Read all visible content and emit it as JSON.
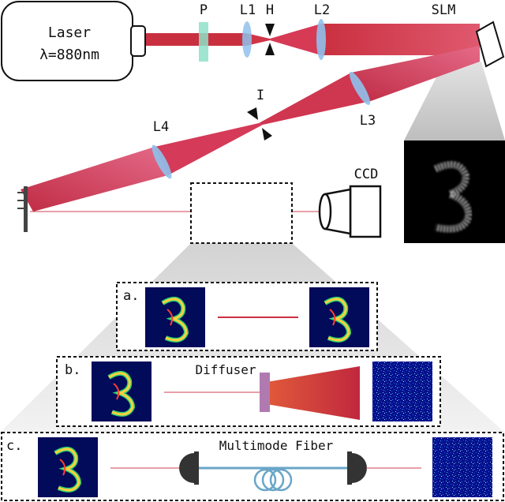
{
  "laser": {
    "line1": "Laser",
    "line2": "λ=880nm"
  },
  "components": {
    "polarizer": "P",
    "lens1": "L1",
    "half_wave": "H",
    "lens2": "L2",
    "slm": "SLM",
    "iris": "I",
    "lens3": "L3",
    "lens4": "L4",
    "camera": "CCD"
  },
  "panels": {
    "a": {
      "label": "a."
    },
    "b": {
      "label": "b.",
      "element": "Diffuser"
    },
    "c": {
      "label": "c.",
      "element": "Multimode Fiber"
    }
  },
  "colors": {
    "beam": "#d83a55",
    "beam_dark": "#c52f3c",
    "beam_light": "#e06a85",
    "lens": "#8fc1ec",
    "polarizer": "#8ee0c8",
    "diffuser": "#b07ab0",
    "fiber": "#6aa6c8",
    "speckle_bg": "#05107a",
    "digit_bg": "#020a5a",
    "slm_screen": "#000000"
  },
  "icons": [
    "laser-box",
    "polarizer-plate",
    "lens",
    "pinhole-aperture",
    "slm-device",
    "mirror",
    "ccd-camera",
    "diffuser-plate",
    "fiber-coil",
    "fiber-connector"
  ]
}
